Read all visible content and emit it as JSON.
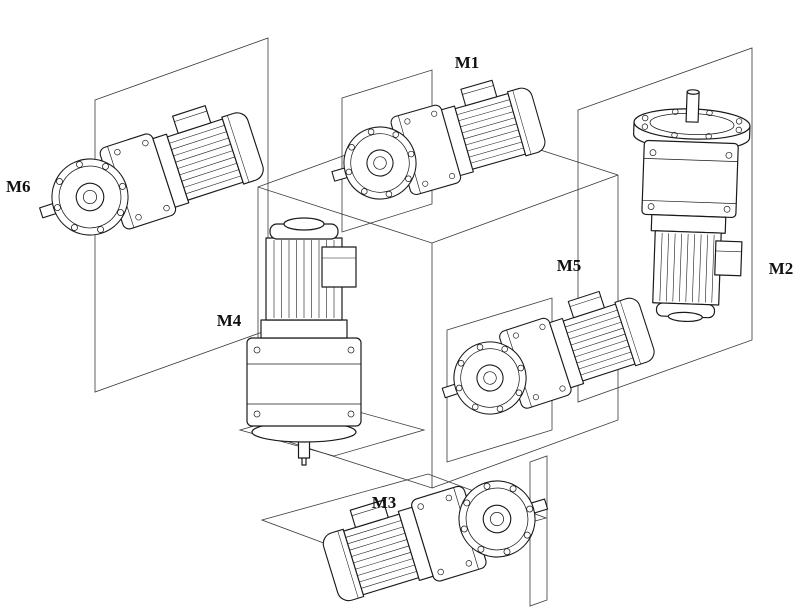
{
  "diagram": {
    "description": "Gearmotor mounting positions diagram",
    "labels": {
      "m1": "M1",
      "m2": "M2",
      "m3": "M3",
      "m4": "M4",
      "m5": "M5",
      "m6": "M6"
    },
    "colors": {
      "line": "#1a1a1a",
      "background": "#ffffff"
    }
  }
}
